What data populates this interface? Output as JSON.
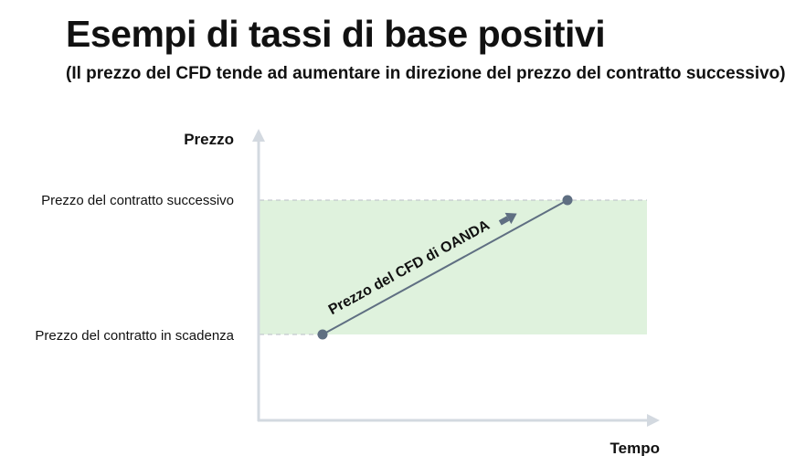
{
  "title": "Esempi di tassi di base positivi",
  "subtitle": "(Il prezzo del CFD tende ad aumentare in direzione del prezzo del contratto successivo)",
  "diagram": {
    "y_axis_label": "Prezzo",
    "x_axis_label": "Tempo",
    "upper_level_label": "Prezzo del contratto successivo",
    "lower_level_label": "Prezzo del contratto in scadenza",
    "line_label": "Prezzo del CFD di OANDA",
    "colors": {
      "band": "#dff2dd",
      "line": "#5f6f82",
      "axis": "#d3d9e0",
      "dash": "#b8bec6"
    }
  }
}
